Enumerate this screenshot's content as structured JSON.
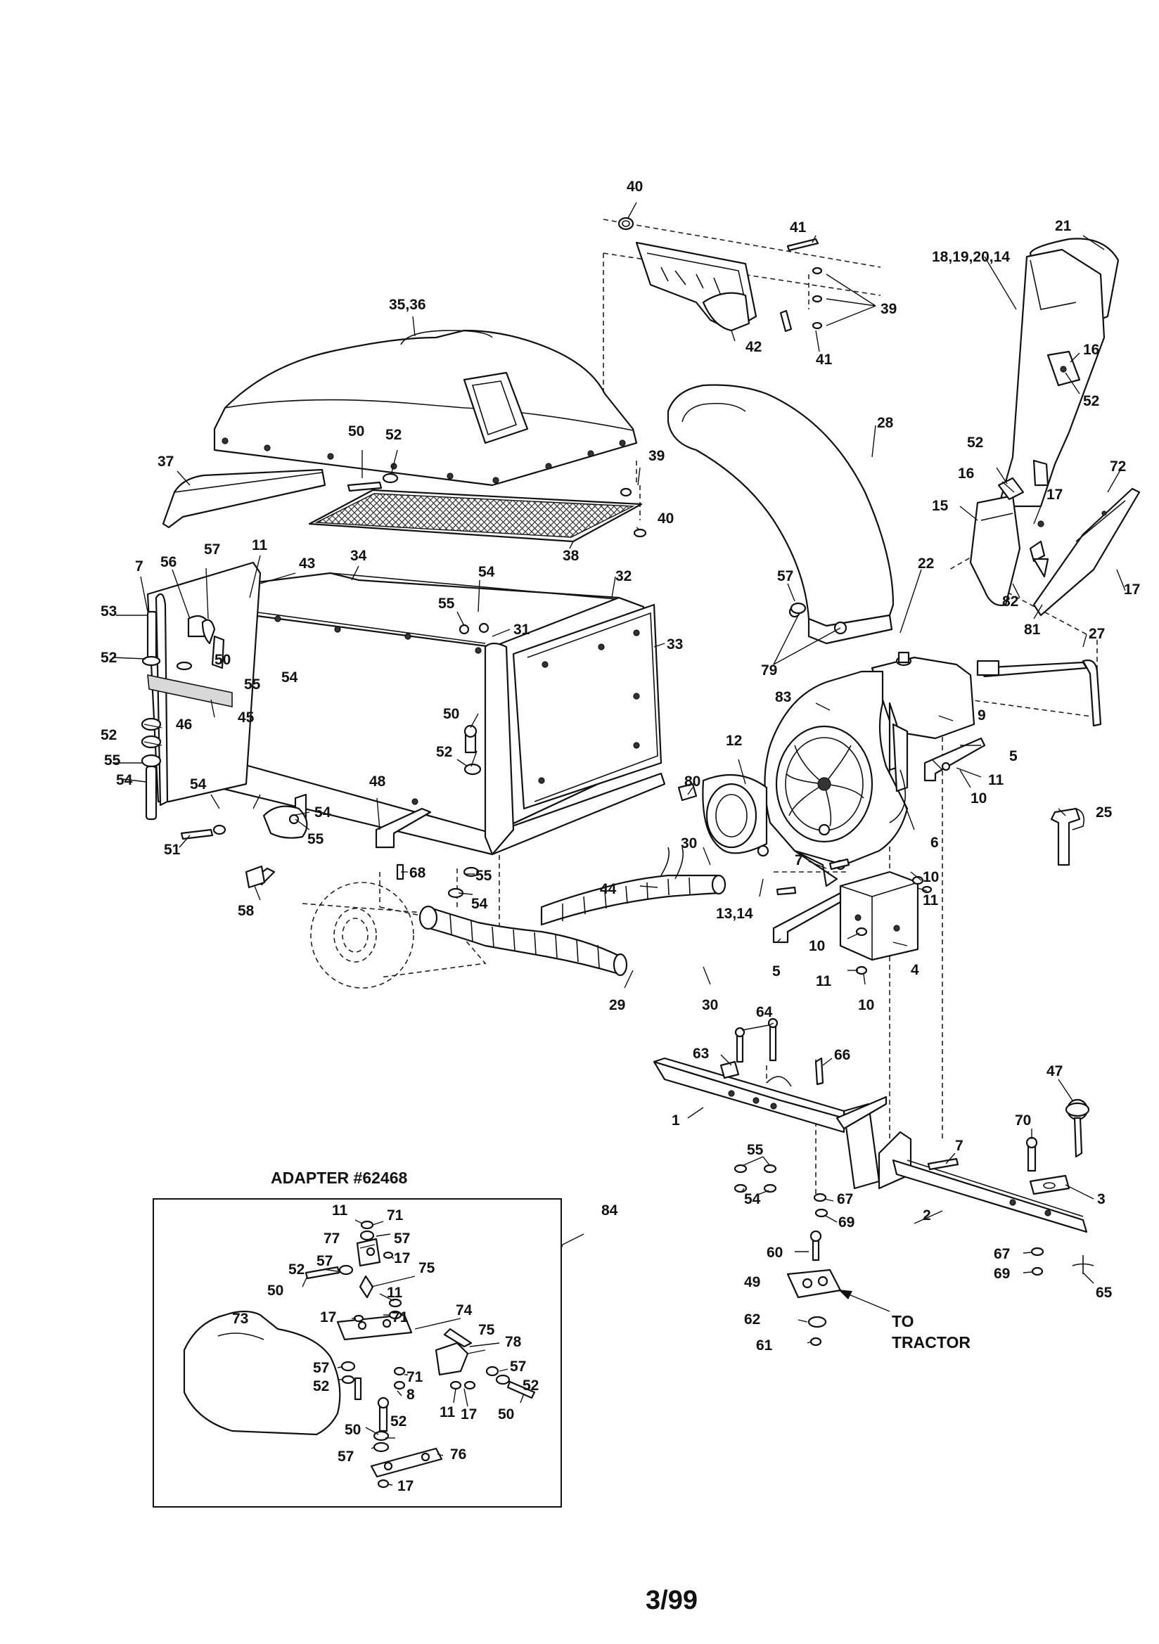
{
  "callouts": {
    "c40a": "40",
    "c41a": "41",
    "c21": "21",
    "c18": "18,19,20,14",
    "c35": "35,36",
    "c39a": "39",
    "c42": "42",
    "c41b": "41",
    "c16a": "16",
    "c52a": "52",
    "c28": "28",
    "c52b": "52",
    "c16b": "16",
    "c72": "72",
    "c50a": "50",
    "c52c": "52",
    "c39b": "39",
    "c37": "37",
    "c40b": "40",
    "c15": "15",
    "c17a": "17",
    "c38": "38",
    "c82": "82",
    "c17b": "17",
    "c81": "81",
    "c7a": "7",
    "c56": "56",
    "c57a": "57",
    "c11a": "11",
    "c43": "43",
    "c34": "34",
    "c32": "32",
    "c54a": "54",
    "c22": "22",
    "c57b": "57",
    "c27": "27",
    "c53": "53",
    "c55a": "55",
    "c31": "31",
    "c33": "33",
    "c52d": "52",
    "c50b": "50",
    "c55b": "55",
    "c54b": "54",
    "c79": "79",
    "c83": "83",
    "c9": "9",
    "c46": "46",
    "c45": "45",
    "c52e": "52",
    "c50c": "50",
    "c5a": "5",
    "c55c": "55",
    "c52f": "52",
    "c12": "12",
    "c11b": "11",
    "c54c": "54",
    "c48": "48",
    "c80": "80",
    "c10a": "10",
    "c54d": "54",
    "c54e": "54",
    "c6": "6",
    "c25": "25",
    "c51": "51",
    "c55d": "55",
    "c30a": "30",
    "c7b": "7",
    "c10b": "10",
    "c68": "68",
    "c55e": "55",
    "c44": "44",
    "c11c": "11",
    "c58": "58",
    "c54f": "54",
    "c13": "13,14",
    "c10c": "10",
    "c5b": "5",
    "c4": "4",
    "c11d": "11",
    "c10d": "10",
    "c29": "29",
    "c30b": "30",
    "c64": "64",
    "c63": "63",
    "c66": "66",
    "c47": "47",
    "c1": "1",
    "c70": "70",
    "c55f": "55",
    "c7c": "7",
    "c3": "3",
    "c54g": "54",
    "c67a": "67",
    "c69a": "69",
    "c2": "2",
    "c84": "84",
    "c11e": "11",
    "c71a": "71",
    "c77": "77",
    "c57c": "57",
    "c17c": "17",
    "c67b": "67",
    "c60": "60",
    "c69b": "69",
    "c65": "65",
    "c52g": "52",
    "c57d": "57",
    "c75a": "75",
    "c49": "49",
    "c50d": "50",
    "c11f": "11",
    "c17d": "17",
    "c71b": "71",
    "c74": "74",
    "c75b": "75",
    "c62": "62",
    "c73": "73",
    "c78": "78",
    "c57e": "57",
    "c52h": "52",
    "c71c": "71",
    "c57f": "57",
    "c61": "61",
    "c8": "8",
    "c52i": "52",
    "c11g": "11",
    "c17e": "17",
    "c50e": "50",
    "c52j": "52",
    "c50f": "50",
    "c76": "76",
    "c57g": "57",
    "c17f": "17"
  },
  "adapter_title": "ADAPTER #62468",
  "tractor_line1": "TO",
  "tractor_line2": "TRACTOR",
  "page_number": "3/99"
}
